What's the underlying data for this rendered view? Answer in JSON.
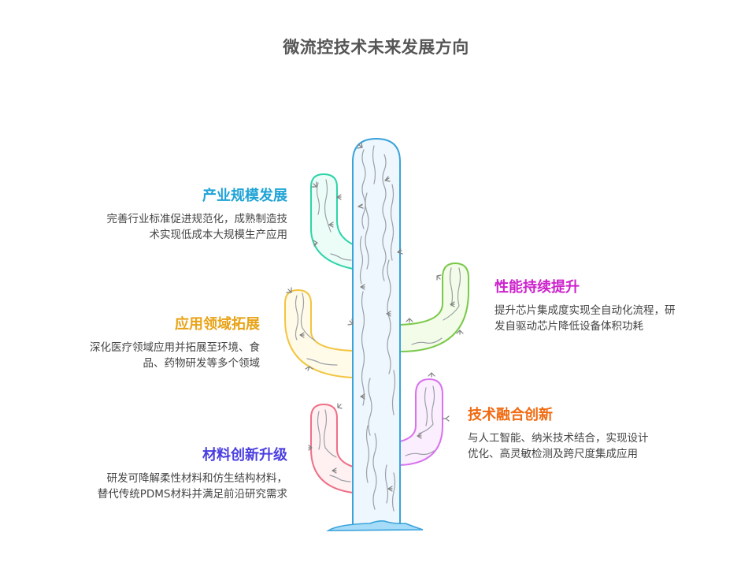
{
  "title": "微流控技术未来发展方向",
  "colors": {
    "trunk": "#3aa3dc",
    "industry": "#1fa3d6",
    "application": "#e8a317",
    "material": "#4a3ee0",
    "performance": "#cc22cc",
    "fusion": "#f06a10"
  },
  "branches": [
    {
      "id": "industry",
      "heading": "产业规模发展",
      "description": "完善行业标准促进规范化，成熟制造技术实现低成本大规模生产应用",
      "line1": "完善行业标准促进规范化，成熟制造技",
      "line2": "术实现低成本大规模生产应用"
    },
    {
      "id": "application",
      "heading": "应用领域拓展",
      "line1": "深化医疗领域应用并拓展至环境、食",
      "line2": "品、药物研发等多个领域"
    },
    {
      "id": "material",
      "heading": "材料创新升级",
      "line1": "研发可降解柔性材料和仿生结构材料，",
      "line2": "替代传统PDMS材料并满足前沿研究需求"
    },
    {
      "id": "performance",
      "heading": "性能持续提升",
      "line1": "提升芯片集成度实现全自动化流程，研",
      "line2": "发自驱动芯片降低设备体积功耗"
    },
    {
      "id": "fusion",
      "heading": "技术融合创新",
      "line1": "与人工智能、纳米技术结合，实现设计",
      "line2": "优化、高灵敏检测及跨尺度集成应用"
    }
  ],
  "icons": {
    "illustration": "cactus-icon"
  }
}
